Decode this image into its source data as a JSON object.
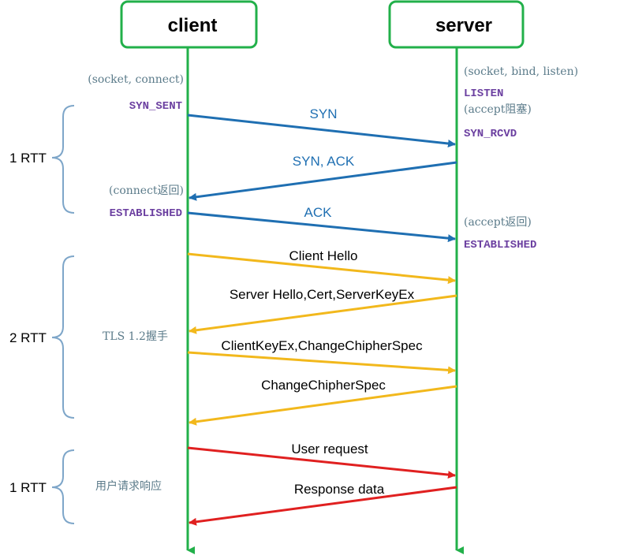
{
  "client": {
    "label": "client"
  },
  "server": {
    "label": "server"
  },
  "client_notes": {
    "socket_connect": "(socket, connect)",
    "syn_sent": "SYN_SENT",
    "connect_return": "(connect返回)",
    "established": "ESTABLISHED",
    "tls_handshake": "TLS 1.2握手",
    "user_request_response": "用户请求响应"
  },
  "server_notes": {
    "socket_bind_listen": "(socket, bind, listen)",
    "listen": "LISTEN",
    "accept_blocked": "(accept阻塞)",
    "syn_rcvd": "SYN_RCVD",
    "accept_return": "(accept返回)",
    "established": "ESTABLISHED"
  },
  "rtt": {
    "tcp": "1 RTT",
    "tls": "2 RTT",
    "http": "1 RTT"
  },
  "messages": [
    {
      "id": "syn",
      "label": "SYN",
      "direction": "to-server"
    },
    {
      "id": "syn-ack",
      "label": "SYN, ACK",
      "direction": "to-client"
    },
    {
      "id": "ack",
      "label": "ACK",
      "direction": "to-server"
    },
    {
      "id": "client-hello",
      "label": "Client Hello",
      "direction": "to-server"
    },
    {
      "id": "server-hello",
      "label": "Server Hello,Cert,ServerKeyEx",
      "direction": "to-client"
    },
    {
      "id": "client-keyex",
      "label": "ClientKeyEx,ChangeChipherSpec",
      "direction": "to-server"
    },
    {
      "id": "change-cipher",
      "label": "ChangeChipherSpec",
      "direction": "to-client"
    },
    {
      "id": "user-request",
      "label": "User request",
      "direction": "to-server"
    },
    {
      "id": "response-data",
      "label": "Response data",
      "direction": "to-client"
    }
  ],
  "colors": {
    "lifeline": "#22b04a",
    "tcp": "#1f6fb2",
    "tls": "#f2b81c",
    "http": "#e02020",
    "brace": "#7ea6c9",
    "state": "#6b3fa0",
    "note": "#5b7b8a"
  }
}
